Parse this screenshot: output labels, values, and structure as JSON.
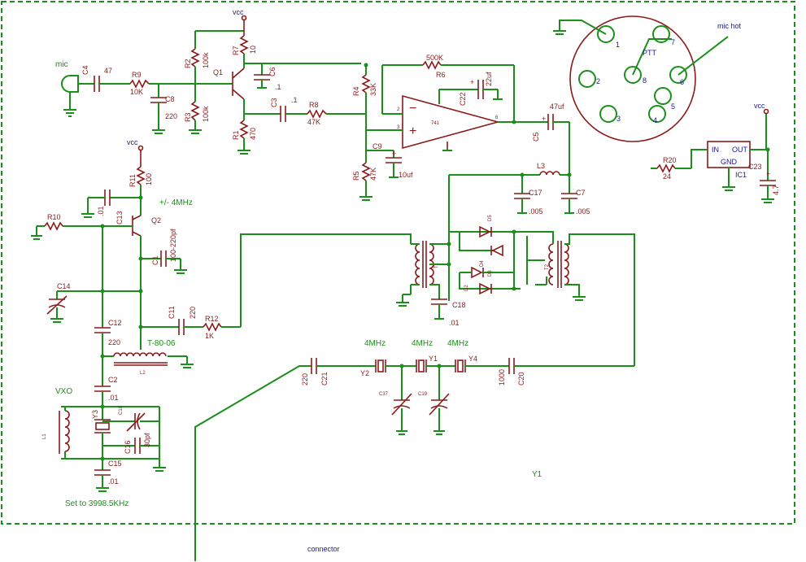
{
  "labels": {
    "mic": "mic",
    "mic_hot": "mic hot",
    "ptt": "PTT",
    "vcc": "vcc",
    "connector": "connector",
    "vxo": "VXO",
    "set_to": "Set to 3998.5KHz",
    "toroid": "T-80-06",
    "freq_dev": "+/- 4MHz",
    "y1_bottom": "Y1",
    "xtal_freq": "4MHz",
    "ic1_in": "IN",
    "ic1_out": "OUT",
    "ic1_gnd": "GND",
    "ic1": "IC1"
  },
  "components": {
    "R9": "R9",
    "R9v": "10K",
    "C4": "C4",
    "C4v": "47",
    "C8": "C8",
    "C8v": "220",
    "R2": "R2",
    "R2v": "100k",
    "R3": "R3",
    "R3v": "100k",
    "R7": "R7",
    "R7v": "10",
    "C6": "C6",
    "C6v": ".1",
    "Q1": "Q1",
    "R1": "R1",
    "R1v": "470",
    "C3": "C3",
    "C3v": ".1",
    "R8": "R8",
    "R8v": "47K",
    "R4": "R4",
    "R4v": "33K",
    "R6": "R6",
    "R6v": "500K",
    "C22": "C22",
    "C22v": "22uf",
    "R5": "R5",
    "R5v": "47K",
    "C9": "C9",
    "C9v": "10uf",
    "C5": "C5",
    "C5v": "47uf",
    "L3": "L3",
    "C17": "C17",
    "C17v": ".005",
    "C7": "C7",
    "C7v": ".005",
    "R11": "R11",
    "R11v": "100",
    "C13": "C13",
    "C13v": ".01",
    "Q2": "Q2",
    "R10": "R10",
    "C1": "C1",
    "C1v": "100-220pf",
    "C14": "C14",
    "C11": "C11",
    "C11v": "220",
    "R12": "R12",
    "R12v": "1K",
    "C12": "C12",
    "C12v": "220",
    "L2": "L2",
    "C2": "C2",
    "C2v": ".01",
    "L1": "L1",
    "Y3": "Y3",
    "C10": "C10",
    "C16": "C16",
    "C16v": "30pf",
    "C15": "C15",
    "C15v": ".01",
    "C18": "C18",
    "C18v": ".01",
    "C21": "C21",
    "C21v": "220",
    "Y2": "Y2",
    "Y1": "Y1",
    "Y4": "Y4",
    "C37": "C37",
    "C19": "C19",
    "C20": "C20",
    "C20v": "1000",
    "R20": "R20",
    "R20v": "24",
    "C23": "C23",
    "C23v": "4.7",
    "D5": "D5",
    "D4": "D4",
    "D3": "D3",
    "D2": "D2",
    "T1": "T1",
    "T2": "T2",
    "U1": "741"
  },
  "pins": [
    "1",
    "2",
    "3",
    "4",
    "5",
    "6",
    "7",
    "8"
  ],
  "colors": {
    "wire": "#1a8f1a",
    "component": "#8b1a1a",
    "text_blue": "#1a1a8f"
  }
}
